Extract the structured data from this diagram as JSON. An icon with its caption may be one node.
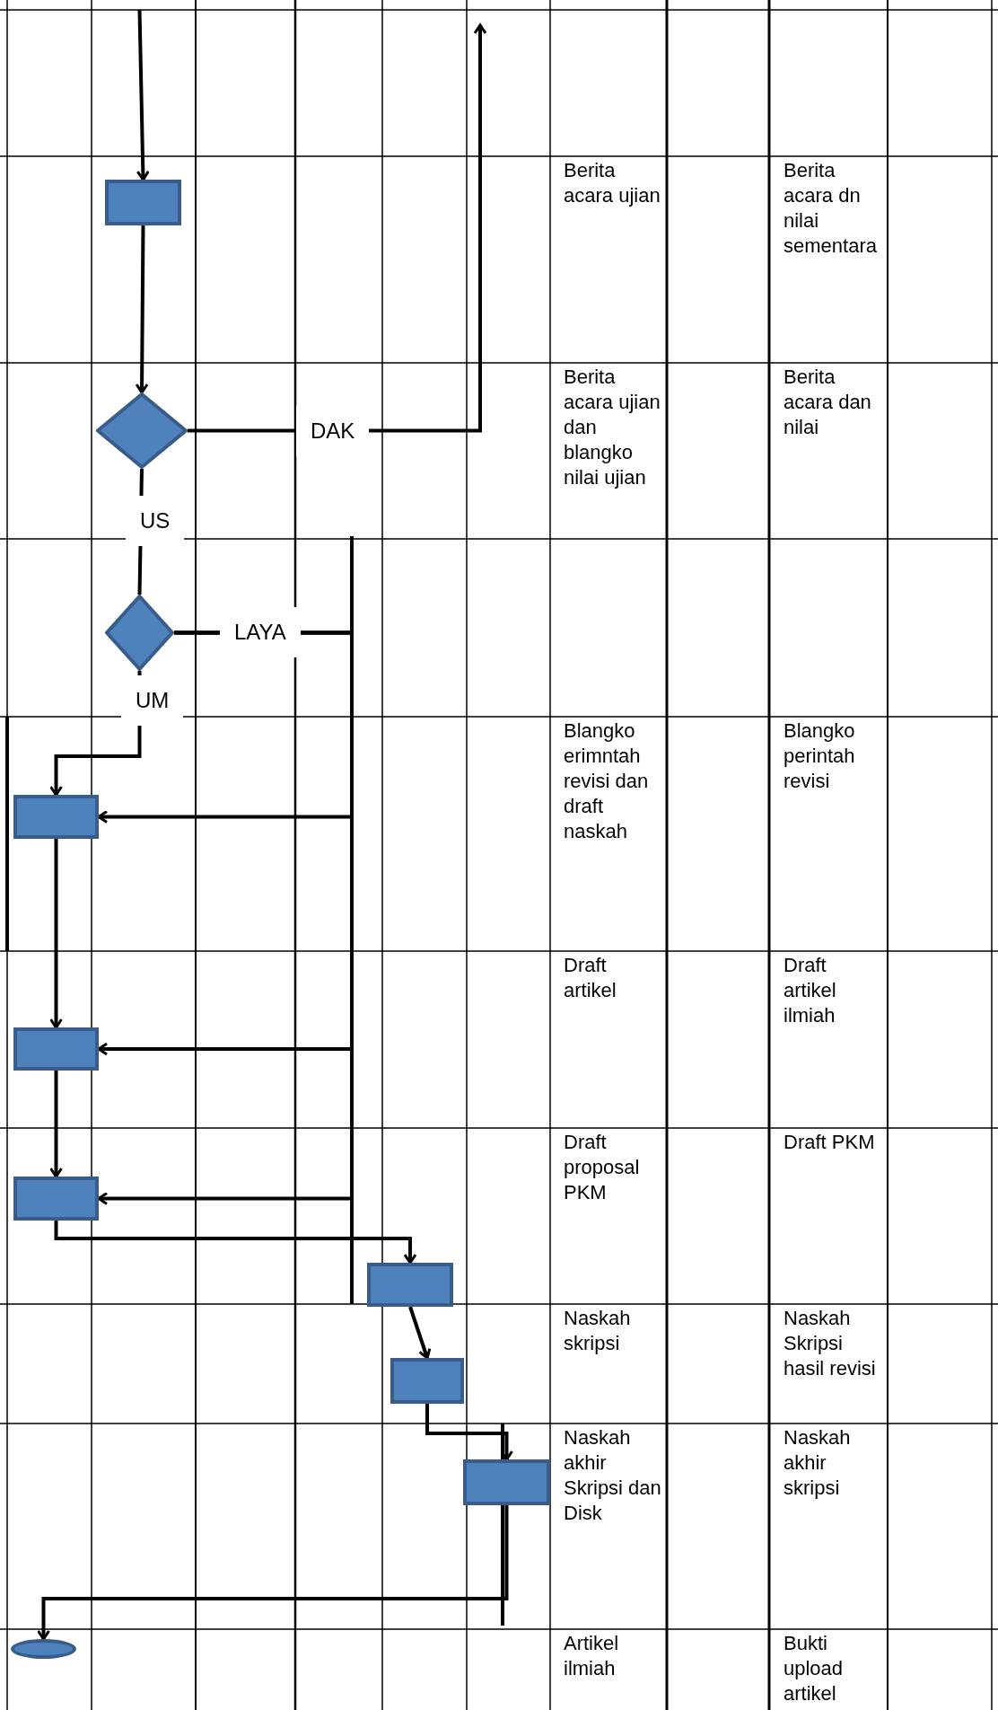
{
  "diagram": {
    "nodes": [
      {
        "text": [],
        "shape": "box"
      },
      {
        "text": [],
        "shape": "diamond"
      },
      {
        "text": [],
        "shape": "diamond"
      },
      {
        "text": [],
        "shape": "box"
      },
      {
        "text": [],
        "shape": "box"
      },
      {
        "text": [],
        "shape": "box"
      },
      {
        "text": [],
        "shape": "box"
      },
      {
        "text": [],
        "shape": "box"
      },
      {
        "text": [],
        "shape": "box"
      },
      {
        "text": [],
        "shape": "ellipse"
      }
    ],
    "edges": [
      {
        "from": null,
        "to": 0,
        "arrow": "to"
      },
      {
        "from": 0,
        "to": 1,
        "arrow": "to"
      },
      {
        "from": 1,
        "to": null,
        "arrow": "to",
        "label": "DAK"
      },
      {
        "from": 1,
        "to": 2,
        "arrow": "none",
        "label": "US"
      },
      {
        "from": 2,
        "to": 3,
        "arrow": "to",
        "label": "LAYA"
      },
      {
        "from": 2,
        "to": 4,
        "arrow": "to"
      },
      {
        "from": 2,
        "to": 5,
        "arrow": "to"
      },
      {
        "from": 2,
        "to": 3,
        "arrow": "to",
        "label": "UM"
      },
      {
        "from": 3,
        "to": 4,
        "arrow": "to"
      },
      {
        "from": 4,
        "to": 5,
        "arrow": "to"
      },
      {
        "from": 5,
        "to": 6,
        "arrow": "to"
      },
      {
        "from": 6,
        "to": 7,
        "arrow": "to"
      },
      {
        "from": 7,
        "to": 8,
        "arrow": "to"
      },
      {
        "from": 8,
        "to": 9,
        "arrow": "to"
      }
    ],
    "labels": [
      "Berita acara ujian",
      "Berita acara dn nilai sementara",
      "Berita acara ujian dan blangko nilai ujian",
      "Berita acara dan nilai",
      "Blangko erimntah revisi dan draft naskah",
      "Blangko perintah revisi",
      "Draft artikel",
      "Draft artikel ilmiah",
      "Draft proposal PKM",
      "Draft PKM",
      "Naskah skripsi",
      "Naskah Skripsi hasil revisi",
      "Naskah akhir Skripsi dan Disk",
      "Naskah akhir skripsi",
      "Artikel ilmiah",
      "Bukti upload artikel"
    ]
  }
}
